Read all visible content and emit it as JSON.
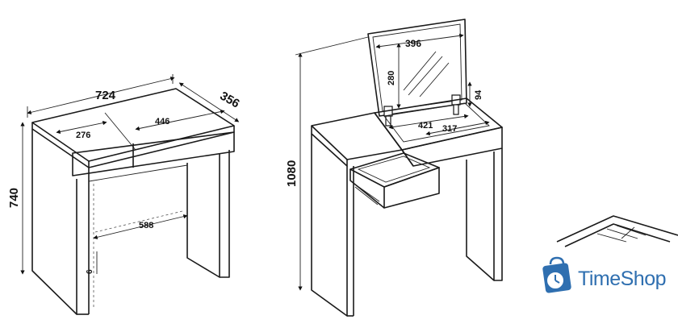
{
  "left_table": {
    "width_label": "724",
    "depth_label": "356",
    "height_label": "740",
    "drawer_left_label": "276",
    "drawer_right_label": "446",
    "inner_width_label": "588",
    "leg_label": "6"
  },
  "right_table": {
    "mirror_width_label": "396",
    "mirror_height_label": "280",
    "height_label": "1080",
    "tray_width_label": "421",
    "tray_inner_label": "317",
    "tray_depth_label": "94"
  },
  "brand": {
    "name": "TimeShop",
    "color": "#2f6fb0"
  },
  "icons": {
    "logo": "shopping-bag-clock-icon"
  }
}
